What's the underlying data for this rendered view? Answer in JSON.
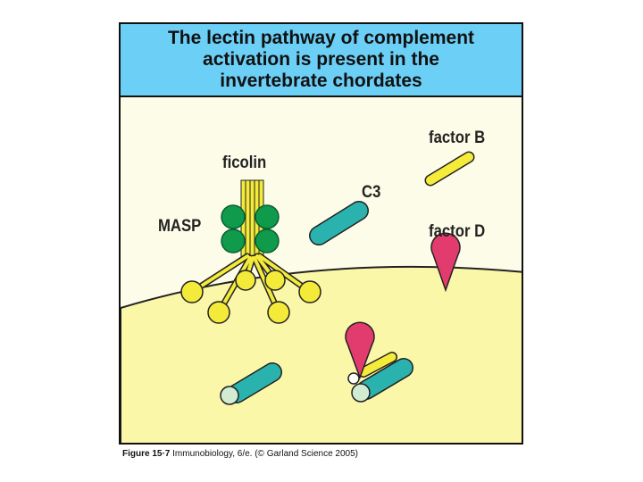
{
  "title": "The lectin pathway of complement\nactivation is present in the\ninvertebrate chordates",
  "labels": {
    "factor_b": "factor B",
    "ficolin": "ficolin",
    "c3": "C3",
    "masp": "MASP",
    "factor_d": "factor D"
  },
  "caption": {
    "figure": "Figure 15·7",
    "source": "Immunobiology, 6/e. (© Garland Science 2005)"
  },
  "colors": {
    "title_bg": "#6ccff6",
    "cell_fill": "#fbf7a8",
    "background": "#fdfce9",
    "ficolin_yellow": "#f3ea3a",
    "masp_green": "#0f9a4c",
    "c3_teal": "#2ab3ae",
    "factor_d_pink": "#e23c6e"
  }
}
